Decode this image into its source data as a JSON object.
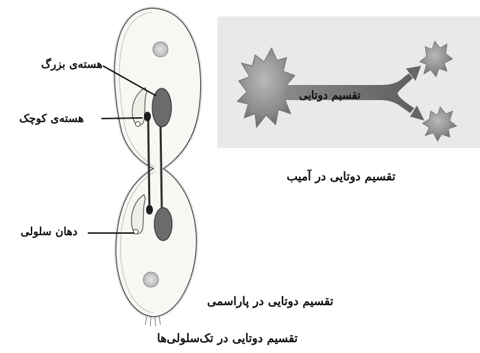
{
  "labels": {
    "macronucleus": "هسته‌ی بزرگ",
    "micronucleus": "هسته‌ی کوچک",
    "cell_mouth": "دهان سلولی",
    "arrow_text": "تقسیم دوتایی"
  },
  "captions": {
    "amoeba": "تقسیم دوتایی در آمیب",
    "paramecium": "تقسیم دوتایی در پاراسمی",
    "main": "تقسیم دوتایی در تک‌سلولی‌ها"
  },
  "colors": {
    "panel_bg": "#e9e9e9",
    "amoeba": "#8f8f8f",
    "arrow": "#6f6f6f",
    "nucleus": "#6b6b6b",
    "outline": "#3a3a3a"
  }
}
